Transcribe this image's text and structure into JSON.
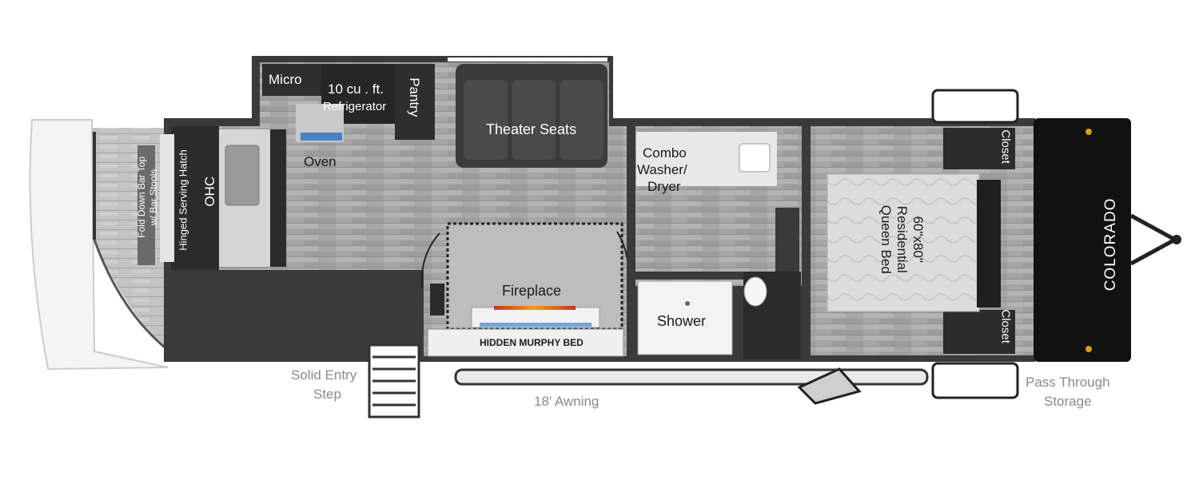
{
  "labels": {
    "micro": "Micro",
    "refrigerator_line1": "10 cu . ft.",
    "refrigerator_line2": "Refrigerator",
    "pantry": "Pantry",
    "theater_seats": "Theater Seats",
    "oven": "Oven",
    "ohc": "OHC",
    "hinged_serving_hatch": "Hinged Serving Hatch",
    "fold_down_bar_line1": "Fold Down Bar Top",
    "fold_down_bar_line2": "w/ Bar Stools",
    "combo_washer_line1": "Combo",
    "combo_washer_line2": "Washer/",
    "combo_washer_line3": "Dryer",
    "fireplace": "Fireplace",
    "hidden_murphy_bed": "HIDDEN MURPHY BED",
    "shower": "Shower",
    "bed_line1": "60\"x80\"",
    "bed_line2": "Residential",
    "bed_line3": "Queen Bed",
    "closet_top": "Closet",
    "closet_bottom": "Closet",
    "solid_entry_step_line1": "Solid Entry",
    "solid_entry_step_line2": "Step",
    "awning": "18' Awning",
    "pass_through_line1": "Pass Through",
    "pass_through_line2": "Storage"
  },
  "brand": {
    "logo_text": "COLORADO"
  },
  "colors": {
    "wall": "#3a3a3a",
    "floor": "#a9a9a9",
    "cabinet": "#2b2b2b",
    "label_outside": "#8a8a8a"
  }
}
